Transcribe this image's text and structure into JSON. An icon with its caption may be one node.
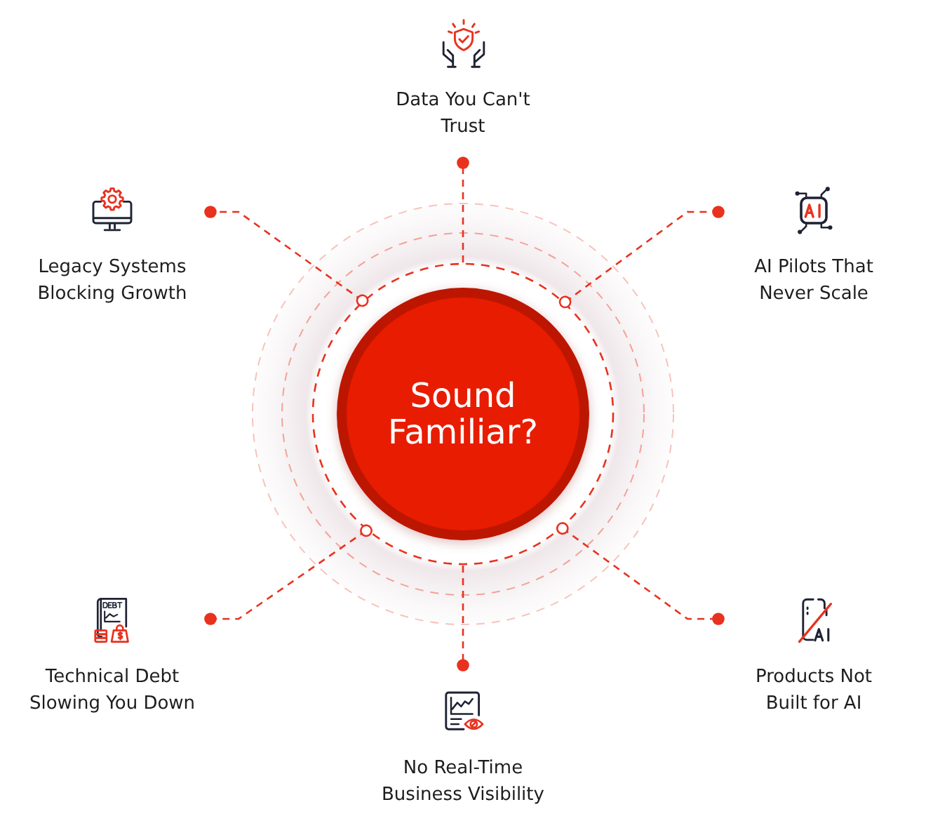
{
  "diagram": {
    "nodes": [
      {
        "text": [
          "Data You Can't Trust"
        ]
      },
      {
        "text": [
          "Legacy Systems Blocking Growth"
        ]
      },
      {
        "text": [
          "AI Pilots That Never Scale"
        ]
      },
      {
        "text": [
          "Sound Familiar?"
        ]
      },
      {
        "text": [
          "Technical Debt Slowing You Down"
        ]
      },
      {
        "text": [
          "Products Not Built for AI"
        ]
      },
      {
        "text": [
          "No Real-Time Business Visibility"
        ]
      }
    ],
    "edges": [
      {
        "from": 3,
        "to": 0,
        "arrow": "other",
        "style": "dashed"
      },
      {
        "from": 3,
        "to": 1,
        "arrow": "other",
        "style": "dashed"
      },
      {
        "from": 3,
        "to": 2,
        "arrow": "other",
        "style": "dashed"
      },
      {
        "from": 3,
        "to": 4,
        "arrow": "other",
        "style": "dashed"
      },
      {
        "from": 3,
        "to": 5,
        "arrow": "other",
        "style": "dashed"
      },
      {
        "from": 3,
        "to": 6,
        "arrow": "other",
        "style": "dashed"
      }
    ]
  }
}
